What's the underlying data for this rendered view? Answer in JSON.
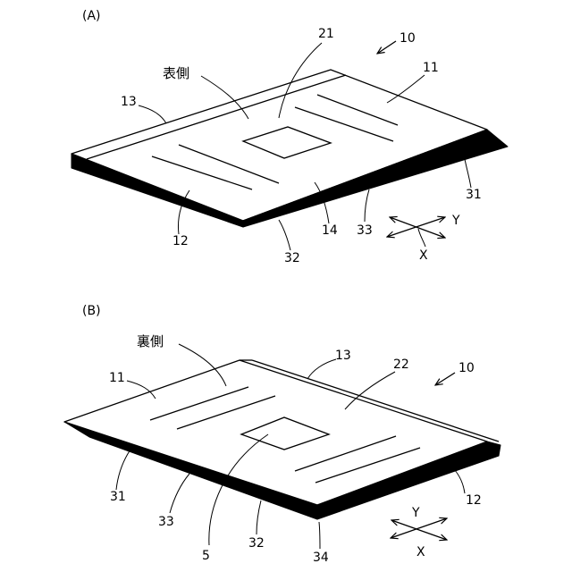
{
  "colors": {
    "line": "#000000",
    "background": "#ffffff"
  },
  "panel_a": {
    "label": "(A)",
    "side_label": "表側",
    "refs": {
      "r10": "10",
      "r11": "11",
      "r12": "12",
      "r13": "13",
      "r14": "14",
      "r21": "21",
      "r31": "31",
      "r32": "32",
      "r33": "33"
    },
    "axis": {
      "x": "X",
      "y": "Y"
    }
  },
  "panel_b": {
    "label": "(B)",
    "side_label": "裏側",
    "refs": {
      "r5": "5",
      "r10": "10",
      "r11": "11",
      "r12": "12",
      "r13": "13",
      "r22": "22",
      "r31": "31",
      "r32": "32",
      "r33": "33",
      "r34": "34"
    },
    "axis": {
      "x": "X",
      "y": "Y"
    }
  }
}
